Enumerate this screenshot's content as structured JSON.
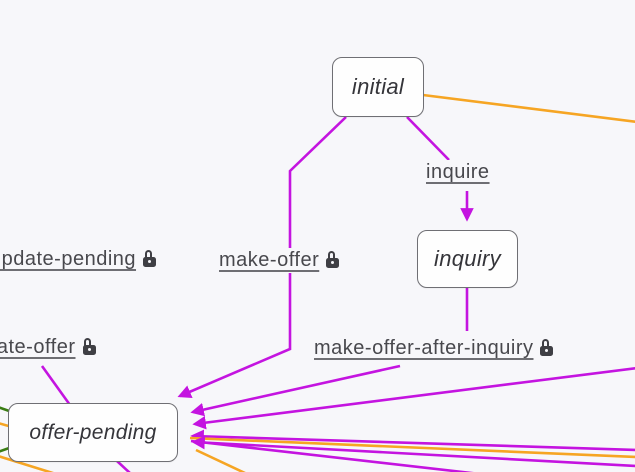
{
  "canvas": {
    "background": "#F7F7FA"
  },
  "colors": {
    "transition_purple": "#C414E0",
    "edge_orange": "#F6A523",
    "edge_green": "#3A7D14",
    "node_border": "#6F6F74",
    "node_text": "#35353A",
    "label_text": "#48484D"
  },
  "nodes": [
    {
      "id": "initial",
      "label": "initial"
    },
    {
      "id": "inquiry",
      "label": "inquiry"
    },
    {
      "id": "offer-pending",
      "label": "offer-pending"
    }
  ],
  "transitions": [
    {
      "label": "inquire",
      "locked": false
    },
    {
      "label": "update-pending",
      "locked": true
    },
    {
      "label": "make-offer",
      "locked": true
    },
    {
      "label": "update-offer",
      "locked": true
    },
    {
      "label": "make-offer-after-inquiry",
      "locked": true
    }
  ]
}
